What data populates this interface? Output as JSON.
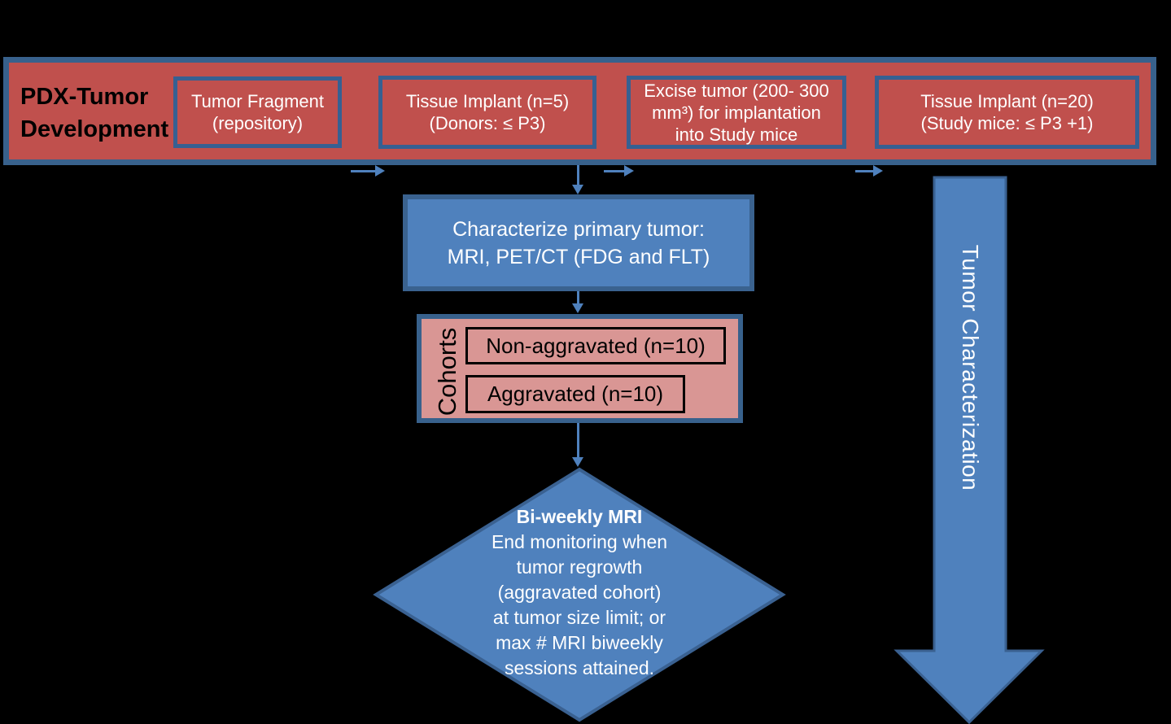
{
  "colors": {
    "background": "#000000",
    "banner_fill": "#C0504D",
    "pink_fill": "#D99694",
    "blue_fill": "#4F81BD",
    "dark_blue_border": "#38618C",
    "connector_blue": "#4F81BD",
    "white_text": "#FFFFFF",
    "black_text": "#000000"
  },
  "banner": {
    "label_lines": [
      "PDX-Tumor",
      "Development"
    ],
    "boxes": [
      {
        "lines": [
          "Tumor Fragment",
          "(repository)"
        ]
      },
      {
        "lines": [
          "Tissue Implant (n=5)",
          "(Donors: ≤ P3)"
        ]
      },
      {
        "lines": [
          "Excise tumor (200- 300",
          "mm³) for implantation",
          "into Study mice"
        ]
      },
      {
        "lines": [
          "Tissue Implant (n=20)",
          "(Study mice: ≤ P3 +1)"
        ]
      }
    ]
  },
  "characterize_box": {
    "lines": [
      "Characterize primary tumor:",
      "MRI, PET/CT (FDG and FLT)"
    ]
  },
  "cohorts": {
    "label": "Cohorts",
    "items": [
      "Non-aggravated (n=10)",
      "Aggravated (n=10)"
    ]
  },
  "decision_diamond": {
    "title": "Bi-weekly MRI",
    "lines": [
      "End monitoring when",
      "tumor regrowth",
      "(aggravated cohort)",
      "at tumor size limit; or",
      "max # MRI biweekly",
      "sessions attained."
    ]
  },
  "side_arrow": {
    "label": "Tumor Characterization"
  }
}
